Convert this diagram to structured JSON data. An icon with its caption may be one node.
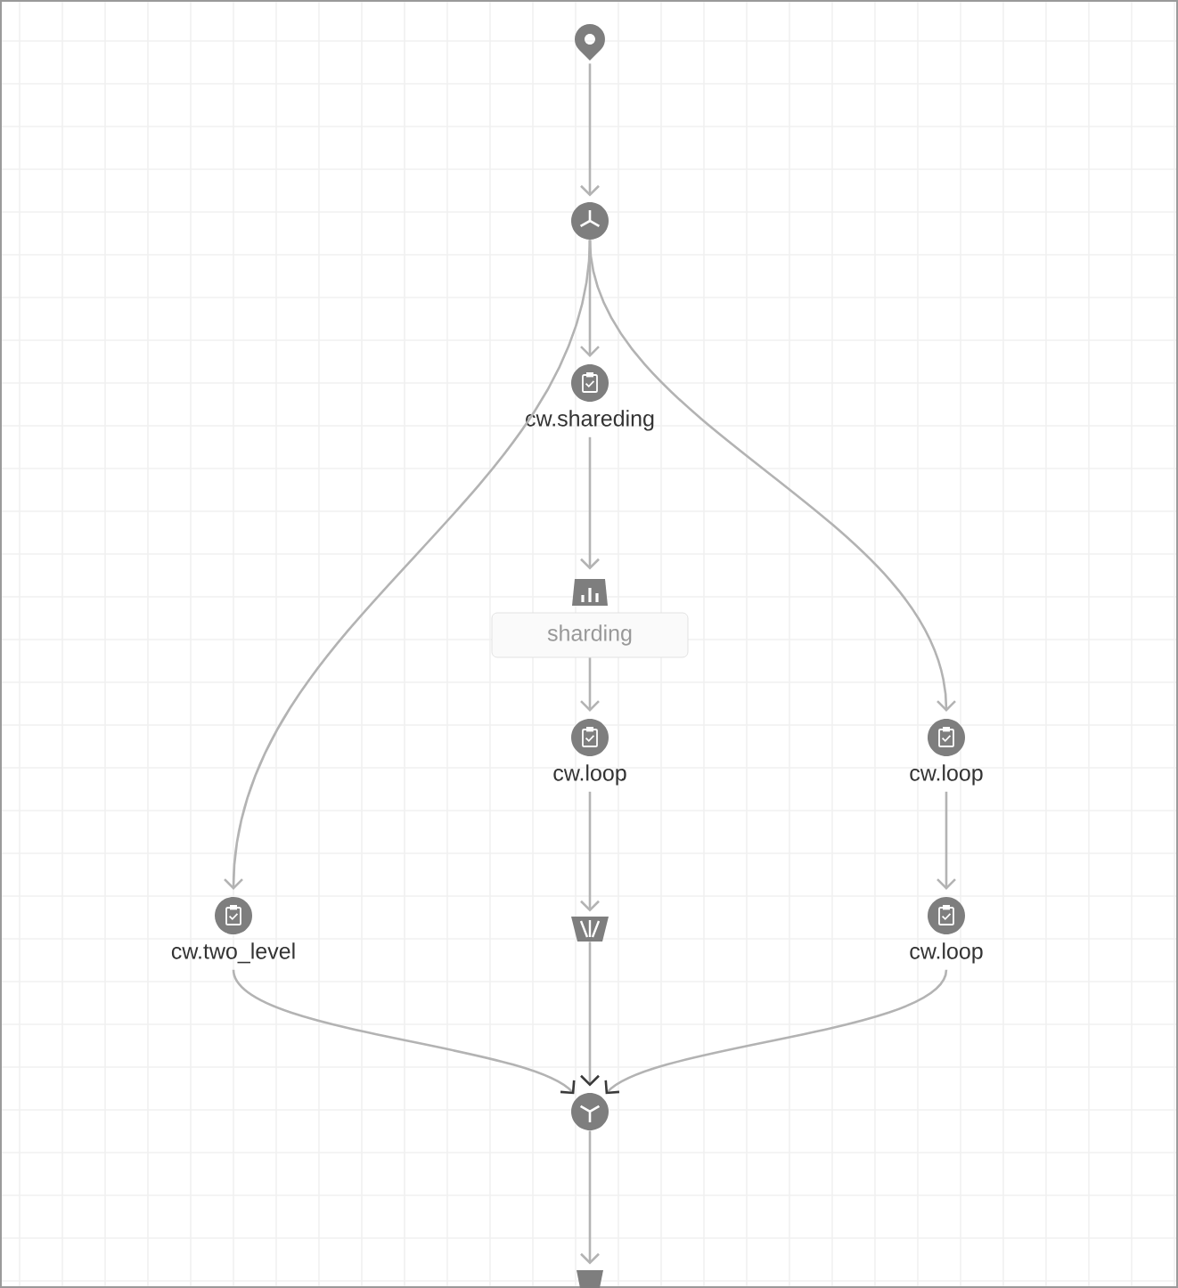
{
  "diagram": {
    "nodes": [
      {
        "text": [],
        "shape": "picture"
      },
      {
        "text": [],
        "shape": "circle"
      },
      {
        "text": [
          "cw.shareding"
        ]
      },
      {
        "text": [
          "sharding"
        ]
      },
      {
        "text": [
          "cw.loop"
        ]
      },
      {
        "text": [
          "cw.loop"
        ]
      },
      {
        "text": [
          "cw.two_level"
        ]
      },
      {
        "text": [],
        "shape": "picture"
      },
      {
        "text": [
          "cw.loop"
        ]
      },
      {
        "text": [],
        "shape": "circle"
      },
      {
        "text": [],
        "shape": "box"
      }
    ],
    "edges": [
      {
        "from": 0,
        "to": 1,
        "arrow": "to"
      },
      {
        "from": 1,
        "to": 2,
        "arrow": "to"
      },
      {
        "from": 1,
        "to": 6,
        "arrow": "to"
      },
      {
        "from": 1,
        "to": 5,
        "arrow": "to"
      },
      {
        "from": 2,
        "to": 3,
        "arrow": "to"
      },
      {
        "from": 3,
        "to": 4,
        "arrow": "to"
      },
      {
        "from": 4,
        "to": 7,
        "arrow": "to"
      },
      {
        "from": 5,
        "to": 8,
        "arrow": "to"
      },
      {
        "from": 6,
        "to": 9,
        "arrow": "to"
      },
      {
        "from": 7,
        "to": 9,
        "arrow": "to"
      },
      {
        "from": 8,
        "to": 9,
        "arrow": "to"
      },
      {
        "from": 9,
        "to": 10,
        "arrow": "to"
      }
    ]
  }
}
